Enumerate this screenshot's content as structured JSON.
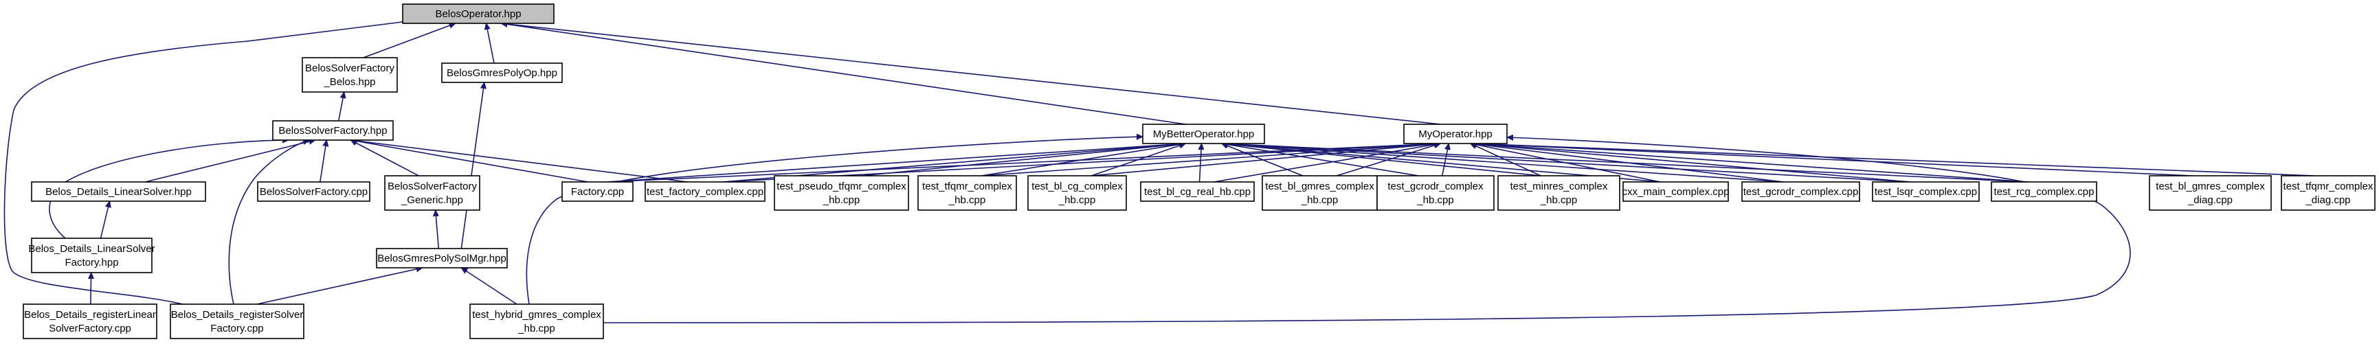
{
  "nodes": [
    {
      "id": "belos_operator",
      "lines": [
        "BelosOperator.hpp"
      ],
      "root": true
    },
    {
      "id": "belos_solver_factory_belos",
      "lines": [
        "BelosSolverFactory",
        "_Belos.hpp"
      ]
    },
    {
      "id": "belos_gmres_poly_op",
      "lines": [
        "BelosGmresPolyOp.hpp"
      ]
    },
    {
      "id": "belos_solver_factory",
      "lines": [
        "BelosSolverFactory.hpp"
      ]
    },
    {
      "id": "my_better_operator",
      "lines": [
        "MyBetterOperator.hpp"
      ]
    },
    {
      "id": "my_operator",
      "lines": [
        "MyOperator.hpp"
      ]
    },
    {
      "id": "linear_solver",
      "lines": [
        "Belos_Details_LinearSolver.hpp"
      ]
    },
    {
      "id": "solver_factory_cpp",
      "lines": [
        "BelosSolverFactory.cpp"
      ]
    },
    {
      "id": "solver_factory_generic",
      "lines": [
        "BelosSolverFactory",
        "_Generic.hpp"
      ]
    },
    {
      "id": "factory_cpp",
      "lines": [
        "Factory.cpp"
      ]
    },
    {
      "id": "test_factory_complex",
      "lines": [
        "test_factory_complex.cpp"
      ]
    },
    {
      "id": "test_pseudo_tfqmr",
      "lines": [
        "test_pseudo_tfqmr_complex",
        "_hb.cpp"
      ]
    },
    {
      "id": "test_tfqmr_complex_hb",
      "lines": [
        "test_tfqmr_complex",
        "_hb.cpp"
      ]
    },
    {
      "id": "test_bl_cg_complex",
      "lines": [
        "test_bl_cg_complex",
        "_hb.cpp"
      ]
    },
    {
      "id": "test_bl_cg_real",
      "lines": [
        "test_bl_cg_real_hb.cpp"
      ]
    },
    {
      "id": "test_bl_gmres_complex_hb",
      "lines": [
        "test_bl_gmres_complex",
        "_hb.cpp"
      ]
    },
    {
      "id": "test_gcrodr_complex_hb",
      "lines": [
        "test_gcrodr_complex",
        "_hb.cpp"
      ]
    },
    {
      "id": "test_minres_complex",
      "lines": [
        "test_minres_complex",
        "_hb.cpp"
      ]
    },
    {
      "id": "cxx_main_complex",
      "lines": [
        "cxx_main_complex.cpp"
      ]
    },
    {
      "id": "test_gcrodr_complex",
      "lines": [
        "test_gcrodr_complex.cpp"
      ]
    },
    {
      "id": "test_lsqr_complex",
      "lines": [
        "test_lsqr_complex.cpp"
      ]
    },
    {
      "id": "test_rcg_complex",
      "lines": [
        "test_rcg_complex.cpp"
      ]
    },
    {
      "id": "test_bl_gmres_diag",
      "lines": [
        "test_bl_gmres_complex",
        "_diag.cpp"
      ]
    },
    {
      "id": "test_tfqmr_diag",
      "lines": [
        "test_tfqmr_complex",
        "_diag.cpp"
      ]
    },
    {
      "id": "linear_solver_factory",
      "lines": [
        "Belos_Details_LinearSolver",
        "Factory.hpp"
      ]
    },
    {
      "id": "gmres_poly_solmgr",
      "lines": [
        "BelosGmresPolySolMgr.hpp"
      ]
    },
    {
      "id": "register_linear",
      "lines": [
        "Belos_Details_registerLinear",
        "SolverFactory.cpp"
      ]
    },
    {
      "id": "register_solver",
      "lines": [
        "Belos_Details_registerSolver",
        "Factory.cpp"
      ]
    },
    {
      "id": "test_hybrid_gmres",
      "lines": [
        "test_hybrid_gmres_complex",
        "_hb.cpp"
      ]
    }
  ],
  "edges": [
    [
      "belos_solver_factory_belos",
      "belos_operator"
    ],
    [
      "belos_gmres_poly_op",
      "belos_operator"
    ],
    [
      "my_better_operator",
      "belos_operator"
    ],
    [
      "my_operator",
      "belos_operator"
    ],
    [
      "register_solver",
      "belos_operator"
    ],
    [
      "belos_solver_factory",
      "belos_solver_factory_belos"
    ],
    [
      "gmres_poly_solmgr",
      "belos_gmres_poly_op"
    ],
    [
      "linear_solver",
      "belos_solver_factory"
    ],
    [
      "solver_factory_cpp",
      "belos_solver_factory"
    ],
    [
      "solver_factory_generic",
      "belos_solver_factory"
    ],
    [
      "factory_cpp",
      "belos_solver_factory"
    ],
    [
      "test_factory_complex",
      "belos_solver_factory"
    ],
    [
      "linear_solver_factory",
      "belos_solver_factory"
    ],
    [
      "register_solver",
      "belos_solver_factory"
    ],
    [
      "linear_solver_factory",
      "linear_solver"
    ],
    [
      "register_linear",
      "linear_solver_factory"
    ],
    [
      "gmres_poly_solmgr",
      "solver_factory_generic"
    ],
    [
      "register_solver",
      "gmres_poly_solmgr"
    ],
    [
      "test_hybrid_gmres",
      "gmres_poly_solmgr"
    ],
    [
      "factory_cpp",
      "my_better_operator"
    ],
    [
      "test_factory_complex",
      "my_better_operator"
    ],
    [
      "test_pseudo_tfqmr",
      "my_better_operator"
    ],
    [
      "test_tfqmr_complex_hb",
      "my_better_operator"
    ],
    [
      "test_bl_cg_complex",
      "my_better_operator"
    ],
    [
      "test_bl_cg_real",
      "my_better_operator"
    ],
    [
      "test_bl_gmres_complex_hb",
      "my_better_operator"
    ],
    [
      "test_gcrodr_complex_hb",
      "my_better_operator"
    ],
    [
      "test_minres_complex",
      "my_better_operator"
    ],
    [
      "cxx_main_complex",
      "my_better_operator"
    ],
    [
      "test_gcrodr_complex",
      "my_better_operator"
    ],
    [
      "test_lsqr_complex",
      "my_better_operator"
    ],
    [
      "test_rcg_complex",
      "my_better_operator"
    ],
    [
      "test_hybrid_gmres",
      "my_better_operator"
    ],
    [
      "factory_cpp",
      "my_operator"
    ],
    [
      "test_factory_complex",
      "my_operator"
    ],
    [
      "test_tfqmr_complex_hb",
      "my_operator"
    ],
    [
      "test_bl_cg_complex",
      "my_operator"
    ],
    [
      "test_bl_cg_real",
      "my_operator"
    ],
    [
      "test_bl_gmres_complex_hb",
      "my_operator"
    ],
    [
      "test_gcrodr_complex_hb",
      "my_operator"
    ],
    [
      "test_minres_complex",
      "my_operator"
    ],
    [
      "cxx_main_complex",
      "my_operator"
    ],
    [
      "test_gcrodr_complex",
      "my_operator"
    ],
    [
      "test_lsqr_complex",
      "my_operator"
    ],
    [
      "test_rcg_complex",
      "my_operator"
    ],
    [
      "test_bl_gmres_diag",
      "my_operator"
    ],
    [
      "test_tfqmr_diag",
      "my_operator"
    ],
    [
      "test_hybrid_gmres",
      "my_operator"
    ]
  ],
  "colors": {
    "edge": "#191970",
    "node_border": "#000000",
    "node_fill": "#ffffff",
    "root_fill": "#bfbfbf"
  }
}
